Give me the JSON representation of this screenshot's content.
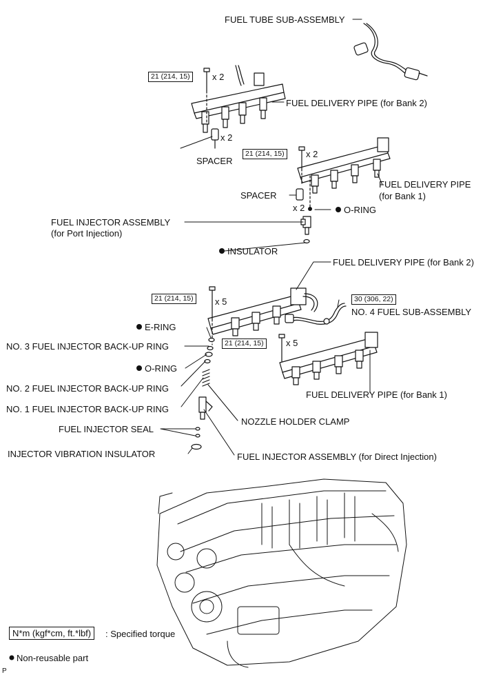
{
  "colors": {
    "ink": "#111111",
    "paper": "#ffffff"
  },
  "labels": {
    "fuel_tube": "FUEL TUBE SUB-ASSEMBLY",
    "fdp_bank2_top": "FUEL DELIVERY PIPE (for Bank 2)",
    "spacer_top": "SPACER",
    "fdp_bank1_top_line1": "FUEL DELIVERY PIPE",
    "fdp_bank1_top_line2": "(for Bank 1)",
    "spacer_mid": "SPACER",
    "o_ring_top": "O-RING",
    "fia_port_line1": "FUEL INJECTOR ASSEMBLY",
    "fia_port_line2": "(for Port Injection)",
    "insulator": "INSULATOR",
    "fdp_bank2_low": "FUEL DELIVERY PIPE (for Bank 2)",
    "no4_fuel": "NO. 4 FUEL SUB-ASSEMBLY",
    "e_ring": "E-RING",
    "no3_backup": "NO. 3 FUEL INJECTOR BACK-UP RING",
    "o_ring_low": "O-RING",
    "no2_backup": "NO. 2 FUEL INJECTOR BACK-UP RING",
    "no1_backup": "NO. 1 FUEL INJECTOR BACK-UP RING",
    "fdp_bank1_low": "FUEL DELIVERY PIPE (for Bank 1)",
    "nozzle_clamp": "NOZZLE HOLDER CLAMP",
    "injector_seal": "FUEL INJECTOR SEAL",
    "vibration_ins": "INJECTOR VIBRATION INSULATOR",
    "fia_direct": "FUEL INJECTOR ASSEMBLY (for Direct Injection)"
  },
  "torques": {
    "t1": "21 (214, 15)",
    "t2": "21 (214, 15)",
    "t3": "21 (214, 15)",
    "t4": "30 (306, 22)",
    "t5": "21 (214, 15)"
  },
  "quantities": {
    "q_bolt_top": "x 2",
    "q_spacer_top": "x 2",
    "q_bolt_mid": "x 2",
    "q_spacer_mid": "x 2",
    "q_bolt_low": "x 5",
    "q_bolt_low_b1": "x 5"
  },
  "legend": {
    "torque_key": "N*m (kgf*cm, ft.*lbf)",
    "torque_desc": ": Specified torque",
    "nonreusable": "Non-reusable part"
  },
  "footer": {
    "code": "P"
  }
}
